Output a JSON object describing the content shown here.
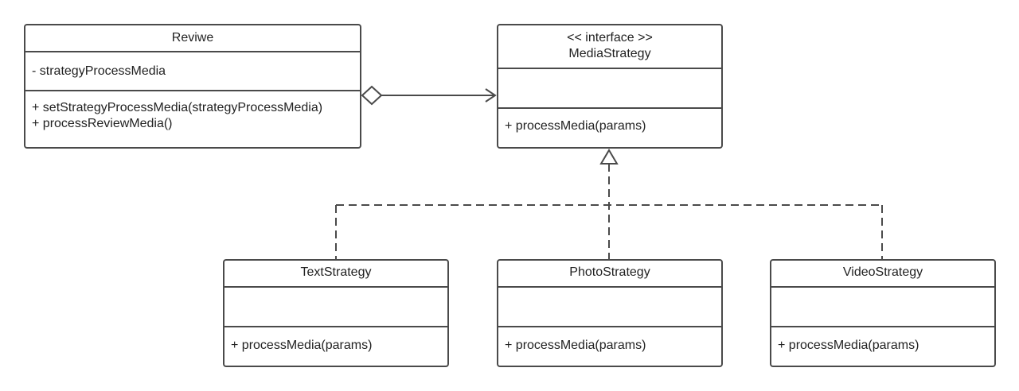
{
  "classes": {
    "reviwe": {
      "name": "Reviwe",
      "attributes": [
        "- strategyProcessMedia"
      ],
      "methods": [
        "+ setStrategyProcessMedia(strategyProcessMedia)",
        "+ processReviewMedia()"
      ]
    },
    "media_strategy": {
      "stereotype": "<< interface >>",
      "name": "MediaStrategy",
      "methods": [
        "+ processMedia(params)"
      ]
    },
    "text_strategy": {
      "name": "TextStrategy",
      "methods": [
        "+ processMedia(params)"
      ]
    },
    "photo_strategy": {
      "name": "PhotoStrategy",
      "methods": [
        "+ processMedia(params)"
      ]
    },
    "video_strategy": {
      "name": "VideoStrategy",
      "methods": [
        "+ processMedia(params)"
      ]
    }
  },
  "colors": {
    "stroke": "#4a4a4a",
    "background": "#ffffff",
    "text": "#222222"
  }
}
